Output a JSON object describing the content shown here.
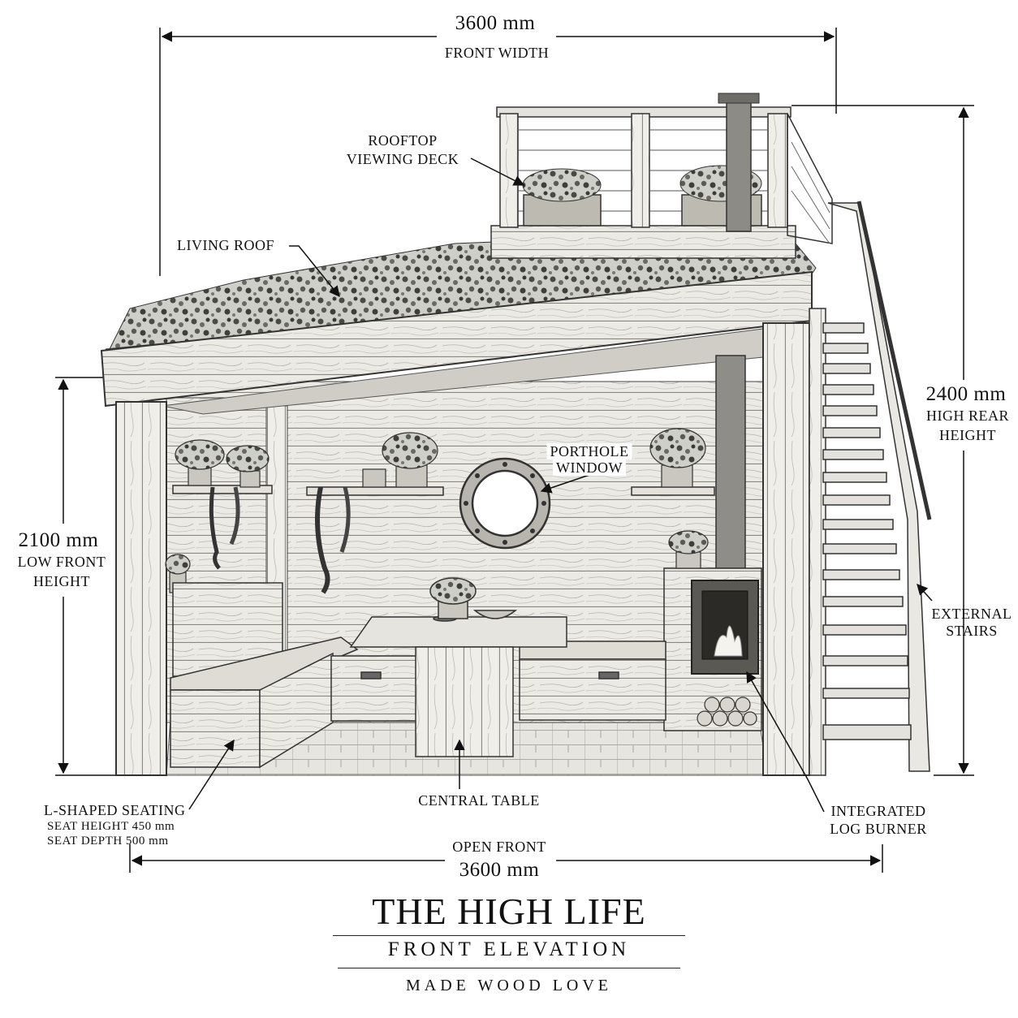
{
  "dimensions": {
    "front_width": {
      "value": "3600 mm",
      "label": "FRONT WIDTH"
    },
    "low_front": {
      "value": "2100 mm",
      "label_line1": "LOW FRONT",
      "label_line2": "HEIGHT"
    },
    "high_rear": {
      "value": "2400 mm",
      "label_line1": "HIGH REAR",
      "label_line2": "HEIGHT"
    },
    "open_front": {
      "label": "OPEN FRONT",
      "value": "3600 mm"
    }
  },
  "labels": {
    "rooftop_deck_line1": "ROOFTOP",
    "rooftop_deck_line2": "VIEWING DECK",
    "living_roof": "LIVING ROOF",
    "porthole_line1": "PORTHOLE",
    "porthole_line2": "WINDOW",
    "external_stairs_line1": "EXTERNAL",
    "external_stairs_line2": "STAIRS",
    "seating_title": "L-SHAPED SEATING",
    "seating_height": "SEAT HEIGHT 450 mm",
    "seating_depth": "SEAT DEPTH 500 mm",
    "central_table": "CENTRAL TABLE",
    "log_burner_line1": "INTEGRATED",
    "log_burner_line2": "LOG BURNER"
  },
  "title_block": {
    "title": "THE HIGH LIFE",
    "subtitle": "FRONT ELEVATION",
    "brand": "MADE WOOD LOVE"
  },
  "colors": {
    "ink": "#111111",
    "wood_light": "#eeeeea",
    "wood_mid": "#d9d8d2",
    "wood_dark": "#8c8a84",
    "greenery": "#3a3a36",
    "paper": "#ffffff"
  }
}
